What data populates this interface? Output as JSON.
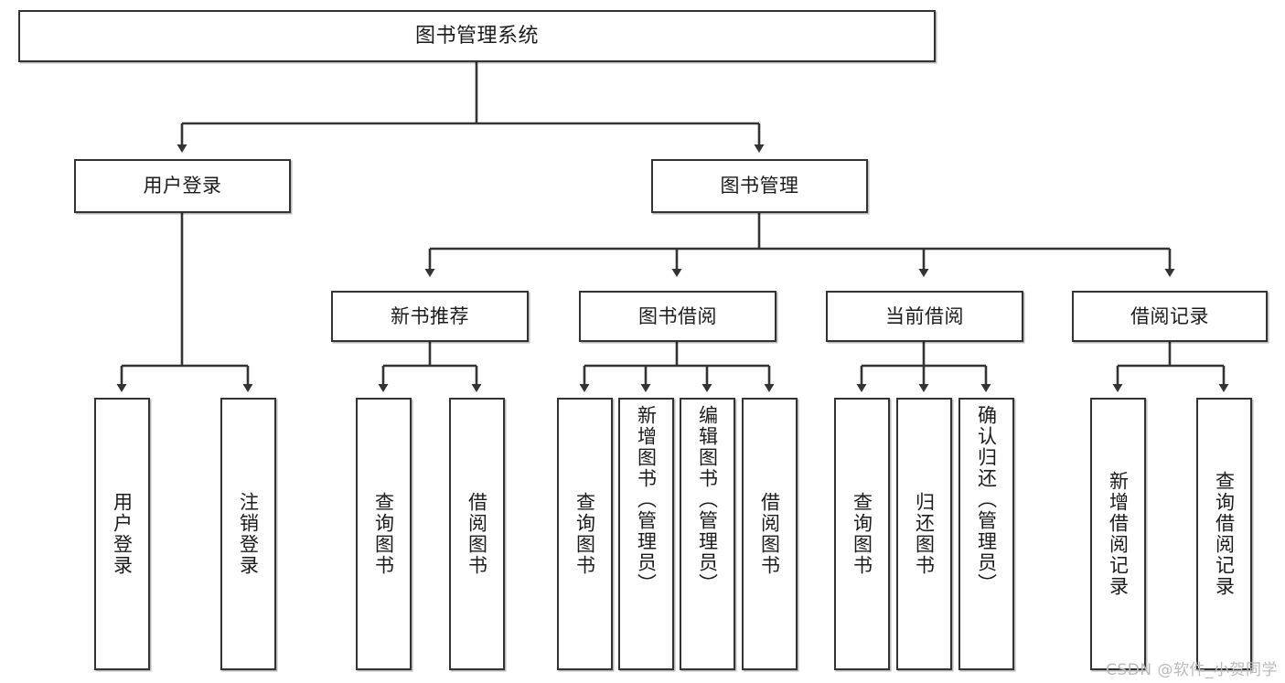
{
  "diagram": {
    "title": "图书管理系统",
    "type": "hierarchy-tree",
    "watermark": "CSDN @软件_小贺同学",
    "colors": {
      "box_border": "#333333",
      "box_fill": "#ffffff",
      "edge": "#333333",
      "text": "#1b1b1b",
      "watermark": "#b9b9b9"
    },
    "levels": {
      "root": {
        "label": "图书管理系统"
      },
      "level2": [
        {
          "label": "用户登录"
        },
        {
          "label": "图书管理"
        }
      ],
      "level3": [
        {
          "label": "新书推荐"
        },
        {
          "label": "图书借阅"
        },
        {
          "label": "当前借阅"
        },
        {
          "label": "借阅记录"
        }
      ],
      "leaves": {
        "user_login": [
          {
            "label": "用户登录"
          },
          {
            "label": "注销登录"
          }
        ],
        "new_book_recommend": [
          {
            "label": "查询图书"
          },
          {
            "label": "借阅图书"
          }
        ],
        "book_borrow": [
          {
            "label": "查询图书"
          },
          {
            "label": "新增图书（管理员）"
          },
          {
            "label": "编辑图书（管理员）"
          },
          {
            "label": "借阅图书"
          }
        ],
        "current_borrow": [
          {
            "label": "查询图书"
          },
          {
            "label": "归还图书"
          },
          {
            "label": "确认归还（管理员）"
          }
        ],
        "borrow_record": [
          {
            "label": "新增借阅记录"
          },
          {
            "label": "查询借阅记录"
          }
        ]
      }
    }
  }
}
